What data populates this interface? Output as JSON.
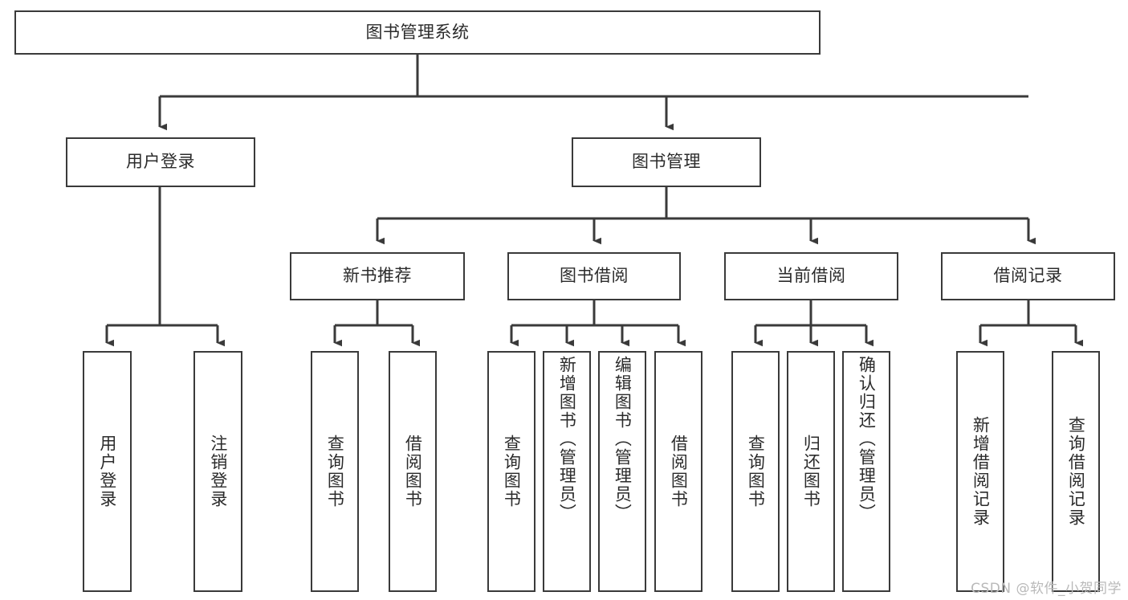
{
  "diagram": {
    "title": "图书管理系统",
    "type": "tree-hierarchy-diagram",
    "watermark": "CSDN @软件_小贺同学",
    "colors": {
      "box_border": "#3a3a3a",
      "box_fill": "#ffffff",
      "connector": "#3a3a3a",
      "text": "#2b2b2b",
      "watermark": "#b9b9b9",
      "background": "#ffffff"
    },
    "nodes": {
      "root": {
        "label": "图书管理系统"
      },
      "level2": [
        {
          "label": "用户登录"
        },
        {
          "label": "图书管理"
        }
      ],
      "level3": [
        {
          "label": "新书推荐"
        },
        {
          "label": "图书借阅"
        },
        {
          "label": "当前借阅"
        },
        {
          "label": "借阅记录"
        }
      ],
      "leaves": {
        "user_login": [
          {
            "label": "用户登录"
          },
          {
            "label": "注销登录"
          }
        ],
        "new_book_recommend": [
          {
            "label": "查询图书"
          },
          {
            "label": "借阅图书"
          }
        ],
        "book_borrow": [
          {
            "label": "查询图书"
          },
          {
            "label": "新增图书（管理员）"
          },
          {
            "label": "编辑图书（管理员）"
          },
          {
            "label": "借阅图书"
          }
        ],
        "current_borrow": [
          {
            "label": "查询图书"
          },
          {
            "label": "归还图书"
          },
          {
            "label": "确认归还（管理员）"
          }
        ],
        "borrow_record": [
          {
            "label": "新增借阅记录"
          },
          {
            "label": "查询借阅记录"
          }
        ]
      }
    }
  }
}
